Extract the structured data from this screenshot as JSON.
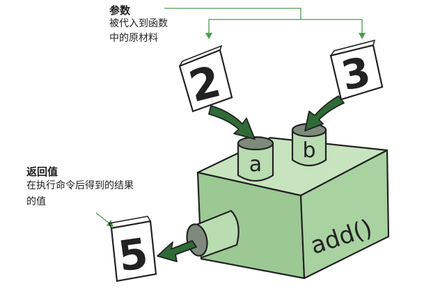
{
  "parameters": {
    "title": "参数",
    "desc_line1": "被代入到函数",
    "desc_line2": "中的原材料",
    "values": [
      "2",
      "3"
    ],
    "slot_names": [
      "a",
      "b"
    ]
  },
  "return_value": {
    "title": "返回值",
    "desc_line1": "在执行命令后得到的结果",
    "desc_line2": "的值",
    "value": "5"
  },
  "function": {
    "name": "add()"
  },
  "colors": {
    "box_front": "#a6ce9f",
    "box_top": "#c7e4bf",
    "box_side": "#8bbd84",
    "arrow_green": "#2f6b36",
    "annotation_line": "#4a9b4c",
    "outline": "#222222"
  }
}
